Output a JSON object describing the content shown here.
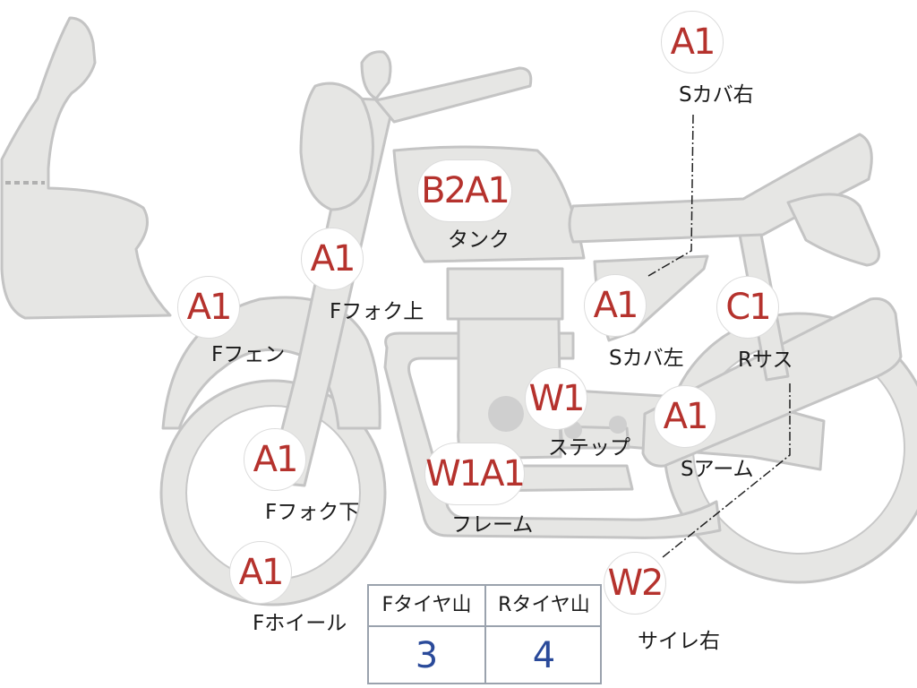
{
  "badges": {
    "scover_right": "A1",
    "tank": "B2A1",
    "ffork_upper": "A1",
    "ffender": "A1",
    "scover_left": "A1",
    "rsus": "C1",
    "step": "W1",
    "sarm": "A1",
    "ffork_lower": "A1",
    "frame": "W1A1",
    "fwheel": "A1",
    "silencer_right": "W2"
  },
  "labels": {
    "scover_right": "Sカバ右",
    "tank": "タンク",
    "ffork_upper": "Fフォク上",
    "ffender": "Fフェン",
    "scover_left": "Sカバ左",
    "rsus": "Rサス",
    "step": "ステップ",
    "sarm": "Sアーム",
    "ffork_lower": "Fフォク下",
    "frame": "フレーム",
    "fwheel": "Fホイール",
    "silencer_right": "サイレ右"
  },
  "tire_table": {
    "front": {
      "header": "Fタイヤ山",
      "value": "3"
    },
    "rear": {
      "header": "Rタイヤ山",
      "value": "4"
    }
  },
  "colors": {
    "badge_text": "#b5322d",
    "table_value": "#2a4a9a",
    "bike_fill": "#e6e6e4",
    "bike_outline": "#c4c4c4"
  }
}
